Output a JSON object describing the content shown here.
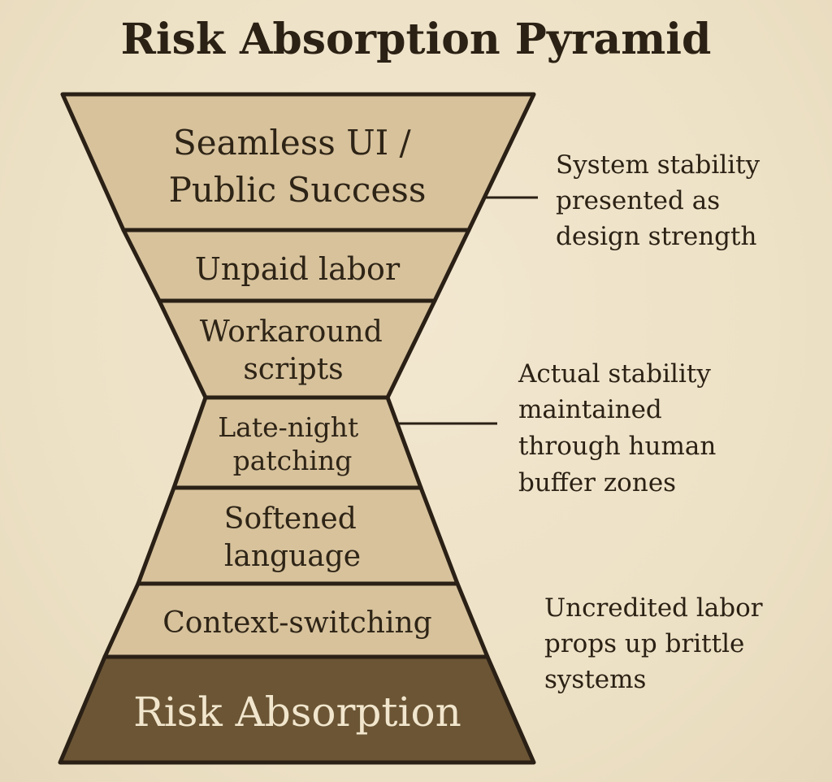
{
  "title": "Risk Absorption Pyramid",
  "layers": [
    {
      "lines": [
        "Seamless UI /",
        "Public Success"
      ]
    },
    {
      "lines": [
        "Unpaid labor"
      ]
    },
    {
      "lines": [
        "Workaround",
        "scripts"
      ]
    },
    {
      "lines": [
        "Late-night",
        "patching"
      ]
    },
    {
      "lines": [
        "Softened",
        "language"
      ]
    },
    {
      "lines": [
        "Context-switching"
      ]
    },
    {
      "lines": [
        "Risk Absorption"
      ]
    }
  ],
  "annotations": [
    {
      "lines": [
        "System stability",
        "presented as",
        "design strength"
      ]
    },
    {
      "lines": [
        "Actual stability",
        "maintained",
        "through human",
        "buffer zones"
      ]
    },
    {
      "lines": [
        "Uncredited labor",
        "props up brittle",
        "systems"
      ]
    }
  ],
  "colors": {
    "background": "#efe3c9",
    "layer_fill": "#d7c29c",
    "base_fill": "#6b5535",
    "outline": "#2a2015",
    "text": "#2b2114"
  }
}
